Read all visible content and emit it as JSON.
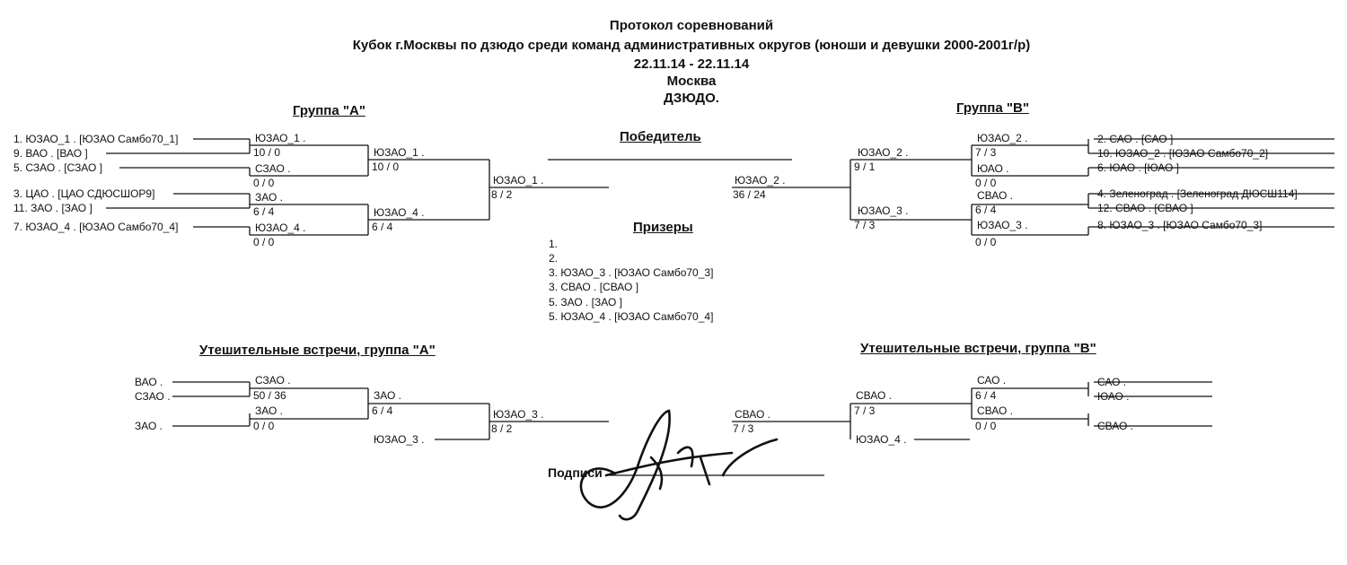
{
  "header": {
    "line1": "Протокол соревнований",
    "line2": "Кубок г.Москвы по дзюдо среди команд административных округов (юноши и девушки 2000-2001г/р)",
    "line3": "22.11.14 - 22.11.14",
    "line4": "Москва",
    "line5": "ДЗЮДО."
  },
  "group_a": {
    "title": "Группа \"А\"",
    "entries": [
      "1. ЮЗАО_1 . [ЮЗАО Самбо70_1]",
      "9. ВАО . [ВАО ]",
      "5. СЗАО . [СЗАО ]",
      "3. ЦАО . [ЦАО СДЮСШОР9]",
      "11. ЗАО . [ЗАО ]",
      "7. ЮЗАО_4 . [ЮЗАО Самбо70_4]"
    ],
    "r1": [
      {
        "name": "ЮЗАО_1 .",
        "score": "10 / 0"
      },
      {
        "name": "СЗАО .",
        "score": "0 / 0"
      },
      {
        "name": "ЗАО .",
        "score": "6 / 4"
      },
      {
        "name": "ЮЗАО_4 .",
        "score": "0 / 0"
      }
    ],
    "r2": [
      {
        "name": "ЮЗАО_1 .",
        "score": "10 / 0"
      },
      {
        "name": "ЮЗАО_4 .",
        "score": "6 / 4"
      }
    ],
    "final": {
      "name": "ЮЗАО_1 .",
      "score": "8 / 2"
    }
  },
  "group_b": {
    "title": "Группа \"В\"",
    "entries": [
      "2. САО . [САО ]",
      "10. ЮЗАО_2 . [ЮЗАО Самбо70_2]",
      "6. ЮАО . [ЮАО ]",
      "4. Зеленоград . [Зеленоград ДЮСШ114]",
      "12. СВАО . [СВАО ]",
      "8. ЮЗАО_3 . [ЮЗАО Самбо70_3]"
    ],
    "r1": [
      {
        "name": "ЮЗАО_2 .",
        "score": "7 / 3"
      },
      {
        "name": "ЮАО .",
        "score": "0 / 0"
      },
      {
        "name": "СВАО .",
        "score": "6 / 4"
      },
      {
        "name": "ЮЗАО_3 .",
        "score": "0 / 0"
      }
    ],
    "r2": [
      {
        "name": "ЮЗАО_2 .",
        "score": "9 / 1"
      },
      {
        "name": "ЮЗАО_3 .",
        "score": "7 / 3"
      }
    ],
    "final": {
      "name": "ЮЗАО_2 .",
      "score": "36 / 24"
    }
  },
  "center": {
    "winner_title": "Победитель",
    "prizes_title": "Призеры",
    "prizes": [
      "1.",
      "2.",
      "3. ЮЗАО_3 .  [ЮЗАО Самбо70_3]",
      "3. СВАО .  [СВАО ]",
      "5. ЗАО .  [ЗАО ]",
      "5. ЮЗАО_4 .  [ЮЗАО Самбо70_4]"
    ]
  },
  "cons_a": {
    "title": "Утешительные встречи, группа \"А\"",
    "entries": [
      "ВАО .",
      "СЗАО .",
      "ЗАО ."
    ],
    "r1": [
      {
        "name": "СЗАО .",
        "score": "50 / 36"
      },
      {
        "name": "ЗАО .",
        "score": "0 / 0"
      }
    ],
    "r2": {
      "name": "ЗАО .",
      "score": "6 / 4"
    },
    "bye": "ЮЗАО_3 .",
    "final": {
      "name": "ЮЗАО_3 .",
      "score": "8 / 2"
    }
  },
  "cons_b": {
    "title": "Утешительные встречи, группа \"В\"",
    "entries": [
      "САО .",
      "ЮАО .",
      "СВАО ."
    ],
    "r1": [
      {
        "name": "САО .",
        "score": "6 / 4"
      },
      {
        "name": "СВАО .",
        "score": "0 / 0"
      }
    ],
    "r2": {
      "name": "СВАО .",
      "score": "7 / 3"
    },
    "bye": "ЮЗАО_4 .",
    "final": {
      "name": "СВАО .",
      "score": "7 / 3"
    }
  },
  "signature_label": "Подписи"
}
